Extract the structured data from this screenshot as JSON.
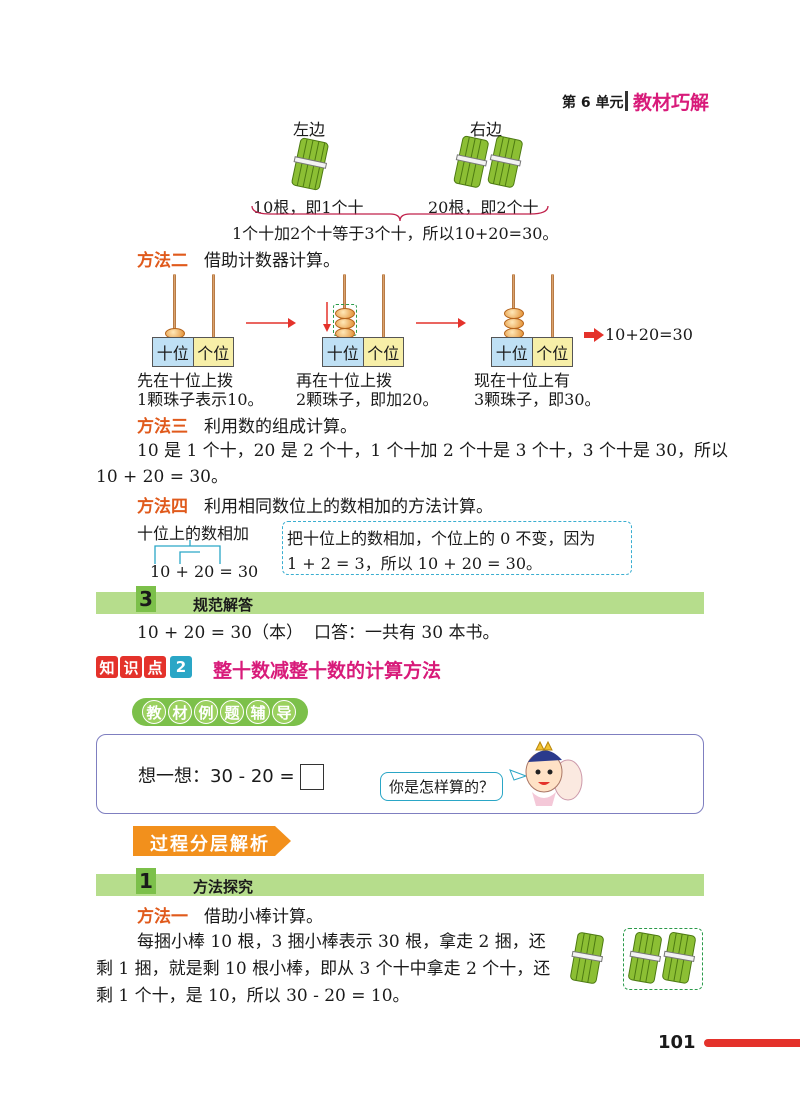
{
  "header": {
    "unit": "第 6 单元",
    "title": "教材巧解"
  },
  "bundles": {
    "left_label": "左边",
    "right_label": "右边",
    "left_caption": "10根，即1个十",
    "right_caption": "20根，即2个十",
    "summary": "1个十加2个十等于3个十，所以10+20=30。"
  },
  "method2": {
    "marker": "方法二",
    "text": "借助计数器计算。",
    "place_ten": "十位",
    "place_one": "个位",
    "step1_line1": "先在十位上拨",
    "step1_line2": "1颗珠子表示10。",
    "step2_line1": "再在十位上拨",
    "step2_line2": "2颗珠子，即加20。",
    "step3_line1": "现在十位上有",
    "step3_line2": "3颗珠子，即30。",
    "result": "10+20=30"
  },
  "method3": {
    "marker": "方法三",
    "text": "利用数的组成计算。",
    "line1": "10 是 1 个十，20 是 2 个十，1 个十加 2 个十是 3 个十，3 个十是 30，所以",
    "line2": "10 + 20 = 30。"
  },
  "method4": {
    "marker": "方法四",
    "text": "利用相同数位上的数相加的方法计算。",
    "diagram_label": "十位上的数相加",
    "equation": "10 + 20 = 30",
    "box_line1": "把十位上的数相加，个位上的 0 不变，因为",
    "box_line2": "1 + 2 = 3，所以 10 + 20 = 30。"
  },
  "section3": {
    "num": "3",
    "title": "规范解答"
  },
  "answer": {
    "equation": "10 + 20 = 30（本）",
    "reply": "口答：一共有 30 本书。"
  },
  "kp": {
    "chars": [
      "知",
      "识",
      "点"
    ],
    "num": "2",
    "title": "整十数减整十数的计算方法"
  },
  "pill_chars": [
    "教",
    "材",
    "例",
    "题",
    "辅",
    "导"
  ],
  "think": {
    "text": "想一想：30 - 20 =",
    "bubble": "你是怎样算的？"
  },
  "process_banner": "过程分层解析",
  "section1": {
    "num": "1",
    "title": "方法探究"
  },
  "method1": {
    "marker": "方法一",
    "text": "借助小棒计算。",
    "line1": "每捆小棒 10 根，3 捆小棒表示 30 根，拿走 2 捆，还",
    "line2": "剩 1 捆，就是剩 10 根小棒，即从 3 个十中拿走 2 个十，还",
    "line3": "剩 1 个十，是 10，所以 30 - 20 = 10。"
  },
  "page_number": "101",
  "colors": {
    "accent_pink": "#d81b7a",
    "method_orange": "#e05a1c",
    "green": "#7cc04a",
    "red": "#e4322b"
  }
}
